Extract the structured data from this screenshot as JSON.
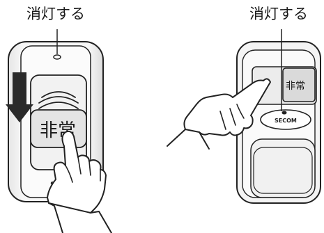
{
  "captions": {
    "left": "消灯する",
    "right": "消灯する"
  },
  "device_left": {
    "button_label": "非常",
    "brand_partial": "S"
  },
  "device_right": {
    "button_label": "非常",
    "brand": "SECOM"
  },
  "colors": {
    "line": "#222222",
    "arrow": "#222222",
    "shade": "#d9d9d9",
    "light_shade": "#ededed",
    "skin": "#ffffff"
  }
}
